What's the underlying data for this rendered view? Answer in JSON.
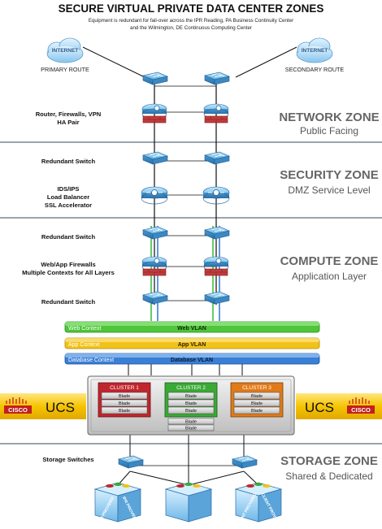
{
  "title": "SECURE VIRTUAL PRIVATE DATA CENTER ZONES",
  "subtitle_lines": [
    "Equipment is redundant for fail-over across the IPR Reading, PA Business Continuity Center",
    "and the Wilmington, DE Continuous Computing Center"
  ],
  "internet": {
    "left": {
      "cloud_label": "INTERNET",
      "route_label": "PRIMARY ROUTE"
    },
    "right": {
      "cloud_label": "INTERNET",
      "route_label": "SECONDARY ROUTE"
    }
  },
  "zones": [
    {
      "title": "NETWORK ZONE",
      "subtitle": "Public Facing"
    },
    {
      "title": "SECURITY ZONE",
      "subtitle": "DMZ Service Level"
    },
    {
      "title": "COMPUTE ZONE",
      "subtitle": "Application Layer"
    },
    {
      "title": "STORAGE ZONE",
      "subtitle": "Shared & Dedicated"
    }
  ],
  "left_labels": {
    "router": [
      "Router, Firewalls, VPN",
      "HA Pair"
    ],
    "redundant_switch_1": [
      "Redundant Switch"
    ],
    "ids": [
      "IDS/IPS",
      "Load Balancer",
      "SSL Accelerator"
    ],
    "redundant_switch_2": [
      "Redundant Switch"
    ],
    "web_fw": [
      "Web/App Firewalls",
      "Multiple Contexts for All Layers"
    ],
    "redundant_switch_3": [
      "Redundant Switch"
    ],
    "storage_switches": [
      "Storage Switches"
    ]
  },
  "vlans": [
    {
      "context": "Web Context",
      "vlan": "Web VLAN",
      "color": "#4fc63a"
    },
    {
      "context": "App Context",
      "vlan": "App VLAN",
      "color": "#f2c21a"
    },
    {
      "context": "Database Context",
      "vlan": "Database VLAN",
      "color": "#3a7fd6"
    }
  ],
  "ucs": {
    "left_brand": "CISCO",
    "left_label": "UCS",
    "right_brand": "CISCO",
    "right_label": "UCS",
    "clusters": [
      {
        "name": "CLUSTER 1",
        "color": "#c0262d",
        "blades": [
          "Blade",
          "Blade",
          "Blade"
        ]
      },
      {
        "name": "CLUSTER 2",
        "color": "#3aa935",
        "blades": [
          "Blade",
          "Blade",
          "Blade"
        ]
      },
      {
        "name": "CLUSTER 3",
        "color": "#e07a1a",
        "blades": [
          "Blade",
          "Blade",
          "Blade"
        ]
      }
    ],
    "extra_blades": [
      "Blade",
      "Blade"
    ]
  },
  "storage": {
    "left_labels": [
      "IPR PROVIDED",
      "IPR PROVIDED"
    ],
    "right_labels": [
      "CLIENT PROVIDED",
      "CLIENT PROVIDED"
    ]
  },
  "colors": {
    "device_blue": "#5aaee0",
    "firewall_red": "#c43a3a",
    "zone_title": "#666666",
    "divider": "#9aa3ad",
    "ucs_band": "#f5c400"
  },
  "icons": [
    "cloud-icon",
    "switch-icon",
    "router-firewall-icon",
    "ids-icon",
    "storage-array-icon",
    "cisco-logo-icon"
  ]
}
